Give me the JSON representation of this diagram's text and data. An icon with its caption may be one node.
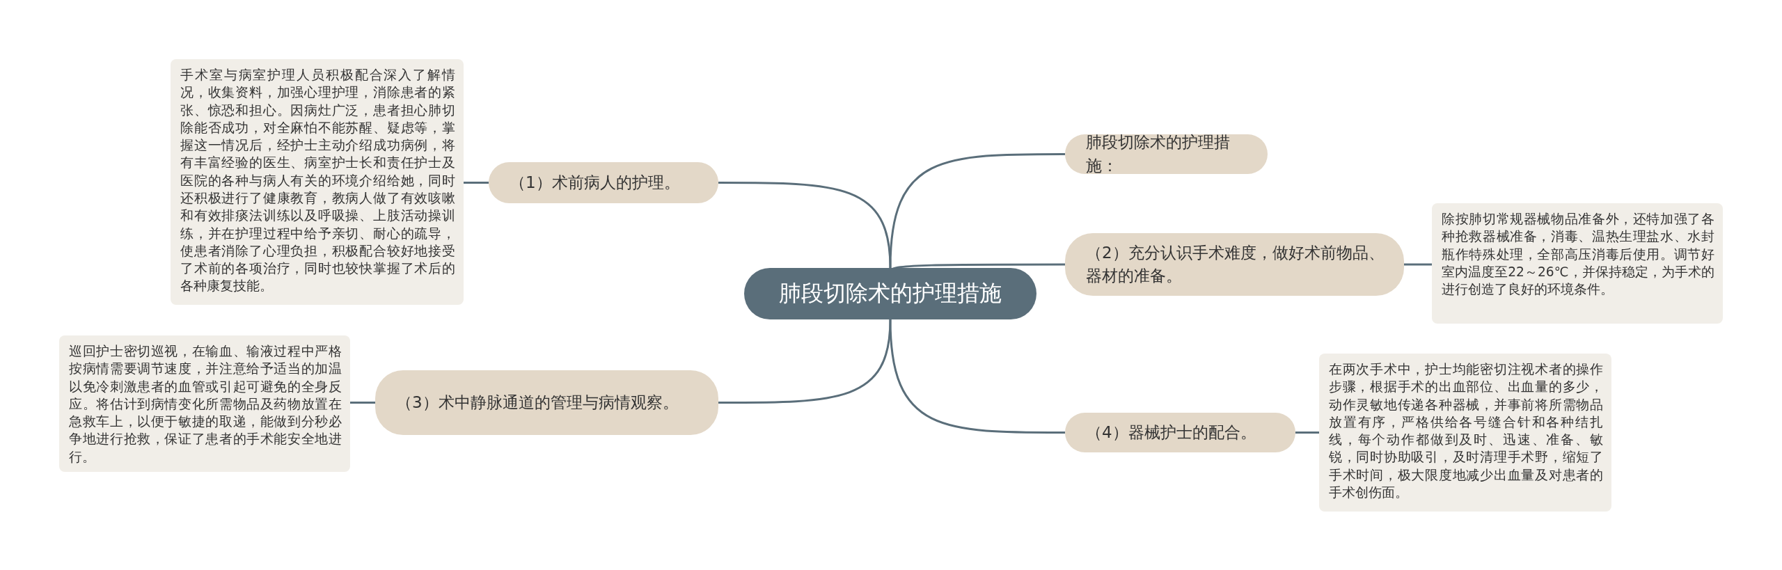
{
  "diagram": {
    "nodes": [
      {
        "text": [
          "肺段切除术的护理措施"
        ]
      },
      {
        "text": [
          "（1）术前病人的护理。"
        ]
      },
      {
        "text": [
          "手术室与病室护理人员积极配合深入了解情况，收集资料，加强心理护理，消除患者的紧张、惊恐和担心。因病灶广泛，患者担心肺切除能否成功，对全麻怕不能苏醒、疑虑等，掌握这一情况后，经护士主动介绍成功病例，将有丰富经验的医生、病室护士长和责任护士及医院的各种与病人有关的环境介绍给她，同时还积极进行了健康教育，教病人做了有效咳嗽和有效排痰法训练以及呼吸操、上肢活动操训练，并在护理过程中给予亲切、耐心的疏导，使患者消除了心理负担，积极配合较好地接受了术前的各项治疗，同时也较快掌握了术后的各种康复技能。"
        ]
      },
      {
        "text": [
          "（3）术中静脉通道的管理与病情观察。"
        ]
      },
      {
        "text": [
          "巡回护士密切巡视，在输血、输液过程中严格按病情需要调节速度，并注意给予适当的加温以免冷刺激患者的血管或引起可避免的全身反应。将估计到病情变化所需物品及药物放置在急救车上，以便于敏捷的取递，能做到分秒必争地进行抢救，保证了患者的手术能安全地进行。"
        ]
      },
      {
        "text": [
          "肺段切除术的护理措施："
        ]
      },
      {
        "text": [
          "（2）充分认识手术难度，做好术前物品、器材的准备。"
        ]
      },
      {
        "text": [
          "除按肺切常规器械物品准备外，还特加强了各种抢救器械准备，消毒、温热生理盐水、水封瓶作特殊处理，全部高压消毒后使用。调节好室内温度至22～26℃，并保持稳定，为手术的进行创造了良好的环境条件。"
        ]
      },
      {
        "text": [
          "（4）器械护士的配合。"
        ]
      },
      {
        "text": [
          "在两次手术中，护士均能密切注视术者的操作步骤，根据手术的出血部位、出血量的多少，动作灵敏地传递各种器械，并事前将所需物品放置有序，严格供给各号缝合针和各种结扎线，每个动作都做到及时、迅速、准备、敏锐，同时协助吸引，及时清理手术野，缩短了手术时间，极大限度地减少出血量及对患者的手术创伤面。"
        ]
      }
    ],
    "edges": [
      {
        "from": 0,
        "to": 1,
        "arrow": "none"
      },
      {
        "from": 1,
        "to": 2,
        "arrow": "none"
      },
      {
        "from": 0,
        "to": 3,
        "arrow": "none"
      },
      {
        "from": 3,
        "to": 4,
        "arrow": "none"
      },
      {
        "from": 0,
        "to": 5,
        "arrow": "none"
      },
      {
        "from": 0,
        "to": 6,
        "arrow": "none"
      },
      {
        "from": 6,
        "to": 7,
        "arrow": "none"
      },
      {
        "from": 0,
        "to": 8,
        "arrow": "none"
      },
      {
        "from": 8,
        "to": 9,
        "arrow": "none"
      }
    ]
  }
}
